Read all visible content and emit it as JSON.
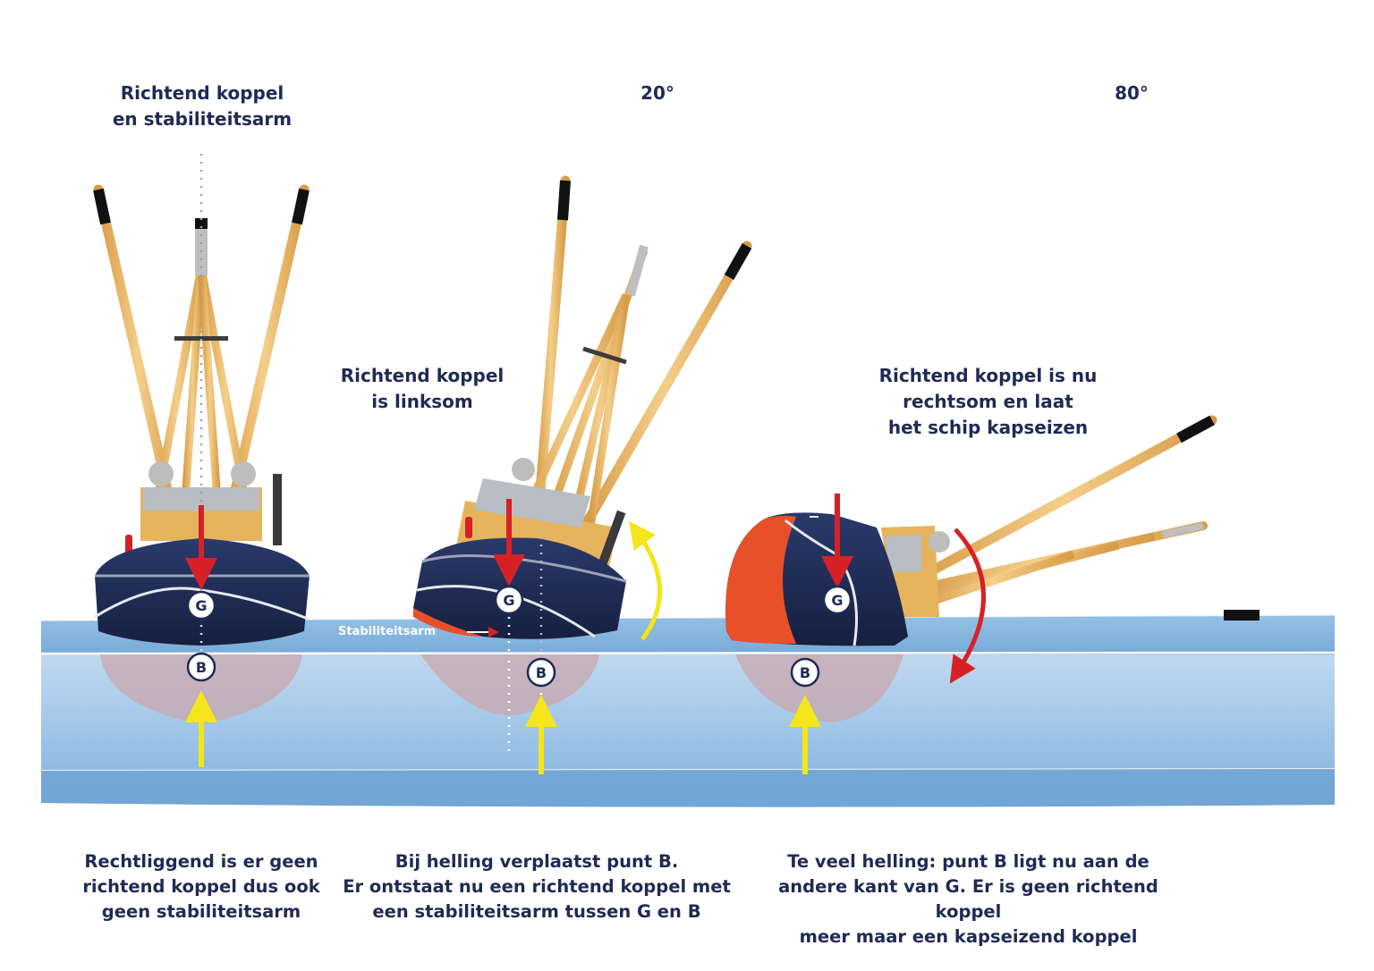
{
  "labels": {
    "top_left": "Richtend koppel\nen stabiliteitsarm",
    "top_mid": "20°",
    "top_right": "80°",
    "mid_left": "Richtend koppel\nis linksom",
    "mid_right": "Richtend koppel is nu\nrechtsom en laat\nhet schip kapseizen",
    "arm": "Stabiliteitsarm"
  },
  "points": {
    "g": "G",
    "b": "B"
  },
  "captions": {
    "left": "Rechtliggend is er geen\nrichtend koppel dus ook\ngeen stabiliteitsarm",
    "mid": "Bij helling verplaatst punt B.\nEr ontstaat nu een richtend koppel met\neen stabiliteitsarm tussen G en B",
    "right": "Te veel helling: punt B ligt nu aan de\nandere kant van G. Er is geen richtend koppel\nmeer maar een kapseizend koppel"
  },
  "colors": {
    "navy": "#1f2a55",
    "hull": "#1e2a52",
    "spar": "#e9b868",
    "red_arrow": "#d52127",
    "yellow_arrow": "#f4e51c",
    "water": "#7fb0dc"
  }
}
